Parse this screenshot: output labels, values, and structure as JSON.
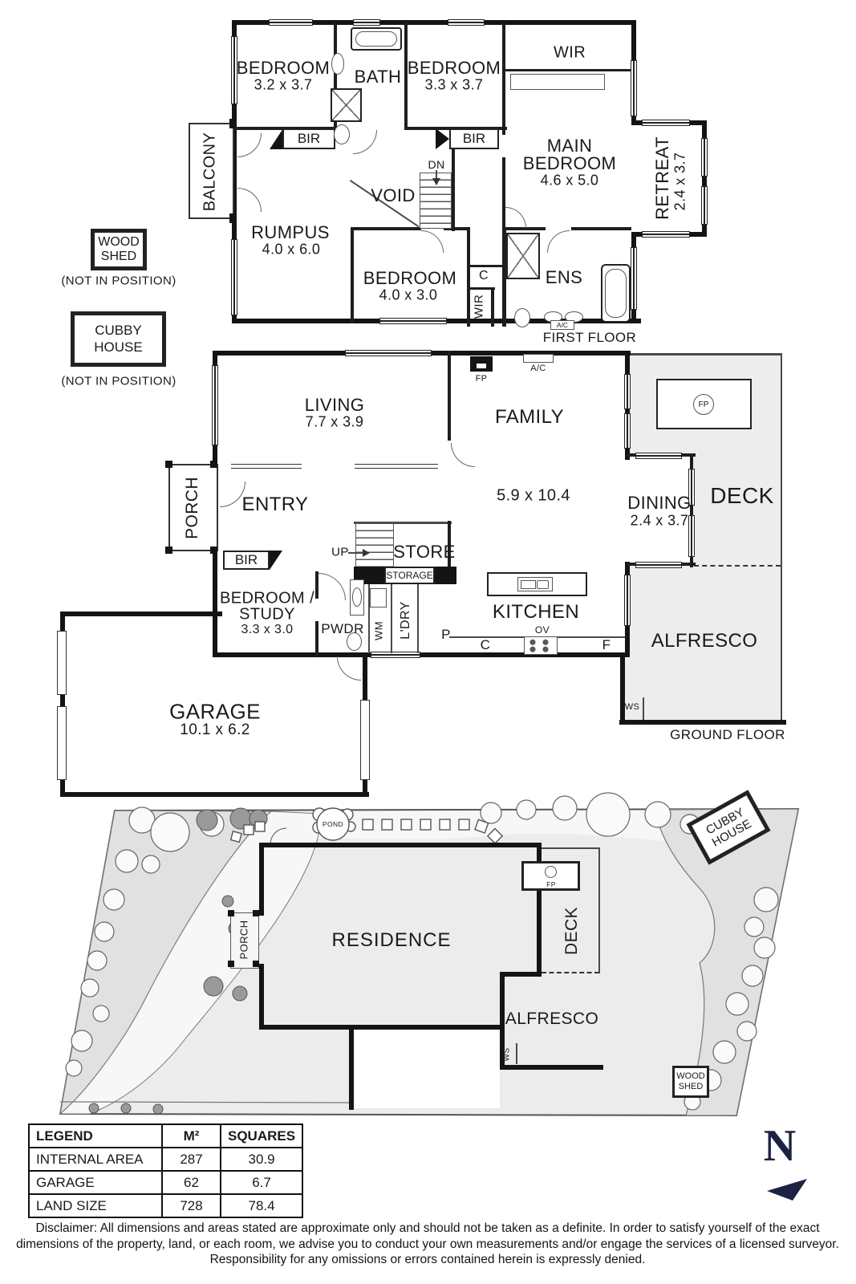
{
  "first_floor": {
    "label": "FIRST FLOOR",
    "bedroom1": {
      "name": "BEDROOM",
      "dims": "3.2 x 3.7"
    },
    "bath": {
      "name": "BATH"
    },
    "bedroom2": {
      "name": "BEDROOM",
      "dims": "3.3 x 3.7"
    },
    "wir_top": {
      "name": "WIR"
    },
    "main_bedroom": {
      "line1": "MAIN",
      "line2": "BEDROOM",
      "dims": "4.6 x 5.0"
    },
    "retreat": {
      "name": "RETREAT",
      "dims": "2.4 x 3.7"
    },
    "balcony": {
      "name": "BALCONY"
    },
    "rumpus": {
      "name": "RUMPUS",
      "dims": "4.0 x 6.0"
    },
    "void": {
      "name": "VOID"
    },
    "dn": {
      "name": "DN"
    },
    "bedroom3": {
      "name": "BEDROOM",
      "dims": "4.0 x 3.0"
    },
    "ens": {
      "name": "ENS"
    },
    "wir_small": {
      "name": "WIR"
    },
    "closet": {
      "name": "C"
    },
    "bir_left": {
      "name": "BIR"
    },
    "bir_right": {
      "name": "BIR"
    },
    "ac": {
      "name": "A/C"
    }
  },
  "ground_floor": {
    "label": "GROUND FLOOR",
    "living": {
      "name": "LIVING",
      "dims": "7.7 x 3.9"
    },
    "entry": {
      "name": "ENTRY"
    },
    "porch": {
      "name": "PORCH"
    },
    "family": {
      "name": "FAMILY",
      "dims": "5.9 x 10.4"
    },
    "dining": {
      "name": "DINING",
      "dims": "2.4 x 3.7"
    },
    "deck": {
      "name": "DECK"
    },
    "alfresco": {
      "name": "ALFRESCO"
    },
    "kitchen": {
      "name": "KITCHEN"
    },
    "garage": {
      "name": "GARAGE",
      "dims": "10.1 x 6.2"
    },
    "bedroom_study": {
      "line1": "BEDROOM /",
      "line2": "STUDY",
      "dims": "3.3 x 3.0"
    },
    "store": {
      "name": "STORE"
    },
    "storage": {
      "name": "STORAGE"
    },
    "pwdr": {
      "name": "PWDR"
    },
    "ldry": {
      "name": "L'DRY"
    },
    "wm": {
      "name": "WM"
    },
    "bir": {
      "name": "BIR"
    },
    "up": {
      "name": "UP"
    },
    "fp": {
      "name": "FP"
    },
    "fp_deck": {
      "name": "FP"
    },
    "ac": {
      "name": "A/C"
    },
    "ws": {
      "name": "WS"
    },
    "pantry": {
      "name": "P"
    },
    "cupboard": {
      "name": "C"
    },
    "fridge": {
      "name": "F"
    },
    "oven": {
      "name": "OV"
    }
  },
  "site_plan": {
    "residence": "RESIDENCE",
    "porch": "PORCH",
    "deck": "DECK",
    "alfresco": "ALFRESCO",
    "ws": "WS",
    "fp": "FP",
    "pond": "POND",
    "cubby": {
      "line1": "CUBBY",
      "line2": "HOUSE"
    },
    "wood_shed": {
      "line1": "WOOD",
      "line2": "SHED"
    }
  },
  "annotations": {
    "wood_shed": {
      "line1": "WOOD",
      "line2": "SHED",
      "note": "(NOT IN POSITION)"
    },
    "cubby_house": {
      "line1": "CUBBY",
      "line2": "HOUSE",
      "note": "(NOT IN POSITION)"
    }
  },
  "legend": {
    "headers": [
      "LEGEND",
      "M²",
      "SQUARES"
    ],
    "rows": [
      {
        "label": "INTERNAL AREA",
        "m2": "287",
        "squares": "30.9"
      },
      {
        "label": "GARAGE",
        "m2": "62",
        "squares": "6.7"
      },
      {
        "label": "LAND SIZE",
        "m2": "728",
        "squares": "78.4"
      }
    ]
  },
  "compass": {
    "label": "N"
  },
  "disclaimer": "Disclaimer: All dimensions and areas stated are approximate only and should not be taken as a definite. In order to satisfy yourself of the exact dimensions of the property, land, or each room, we advise you to conduct your own measurements and/or engage the services of a licensed surveyor. Responsibility for any omissions or errors contained herein is expressly denied."
}
